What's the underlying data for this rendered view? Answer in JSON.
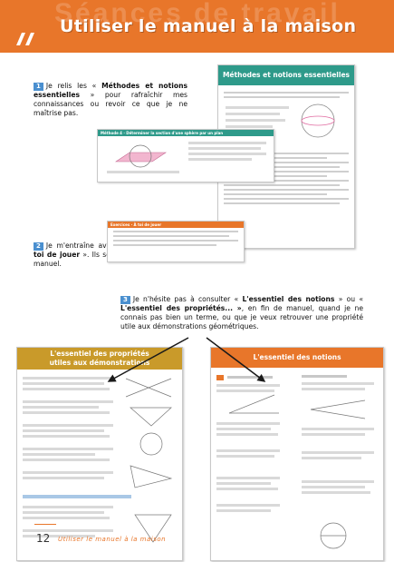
{
  "header": {
    "title": "Utiliser le manuel à la maison",
    "watermark": "Séances de travail",
    "color": "#e8762a"
  },
  "steps": [
    {
      "num": "1",
      "pre": "Je relis les «",
      "bold": "Méthodes et notions essentielles",
      "post": "» pour rafraîchir mes connaissances ou revoir ce que je ne maîtrise pas."
    },
    {
      "num": "2",
      "pre": "Je m'entraîne avec les «",
      "bold": "Exercices À toi de jouer",
      "post": "». Ils sont corrigés à la fin du manuel."
    },
    {
      "num": "3",
      "pre": "Je n'hésite pas à consulter «",
      "bold": "L'essentiel des notions",
      "mid": "» ou «",
      "bold2": "L'essentiel des propriétés... »",
      "post": ", en fin de manuel, quand je ne connais pas bien un terme, ou que je veux retrouver une propriété utile aux démonstrations géométriques."
    }
  ],
  "thumbnails": {
    "methods_title": "Méthodes et notions essentielles",
    "method_box_title": "Méthode 4 · Déterminer la section d'une sphère par un plan",
    "exercises_title": "Exercices · À toi de jouer",
    "props_title_1": "L'essentiel des propriétés",
    "props_title_2": "utiles aux démonstrations",
    "notions_title": "L'essentiel des notions"
  },
  "footer": {
    "page_number": "12",
    "text": "Utiliser le manuel à la maison"
  },
  "colors": {
    "accent": "#e8762a",
    "teal": "#2e9a8a",
    "step_badge": "#4a8fcf"
  }
}
